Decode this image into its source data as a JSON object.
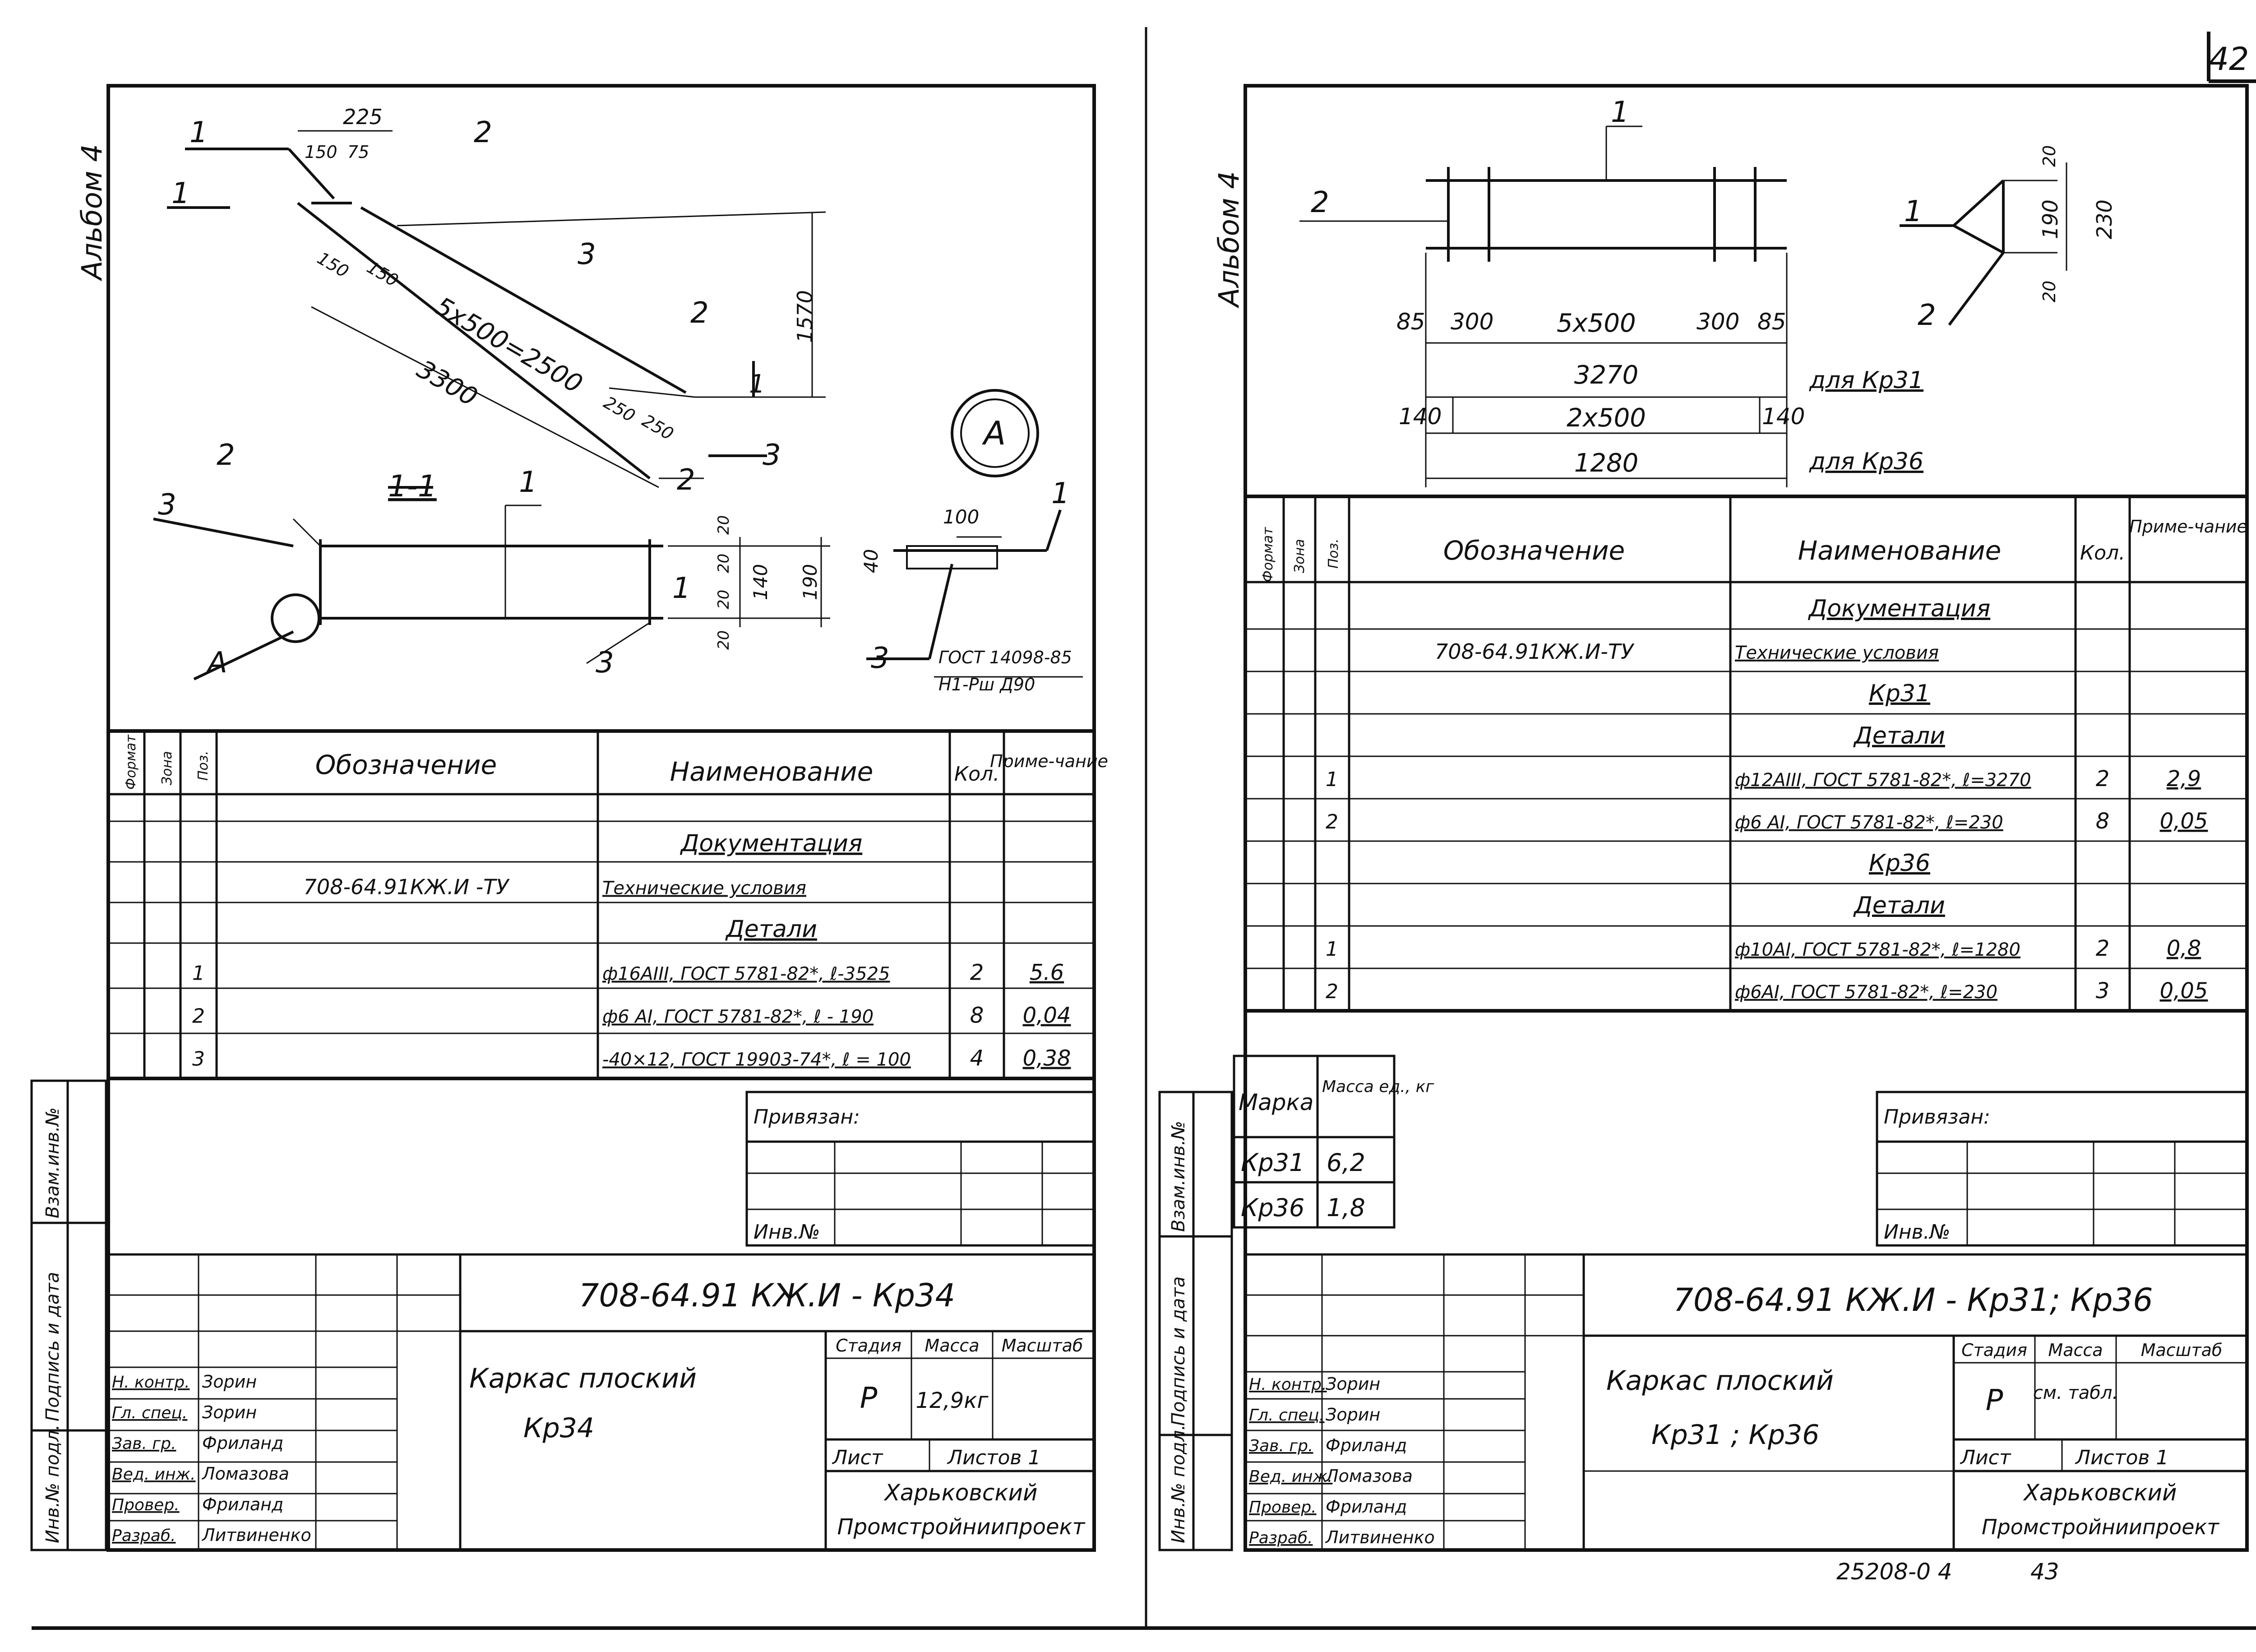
{
  "page_number": "42",
  "footer_code": "25208-0 4",
  "footer_page": "43",
  "left": {
    "album": "Альбом 4",
    "drawing": {
      "dims": [
        "225",
        "150",
        "75",
        "1570",
        "150",
        "150",
        "5x500=2500",
        "3300",
        "250",
        "250",
        "20",
        "20",
        "20",
        "20",
        "140",
        "190",
        "100",
        "40"
      ],
      "positions": [
        "1",
        "2",
        "3",
        "2",
        "3",
        "1",
        "2",
        "2",
        "3",
        "1",
        "3",
        "1"
      ],
      "section": "1-1",
      "section_mark": "1",
      "callout": "A",
      "callout_label": "A",
      "gost_note": "ГОСТ 14098-85",
      "weld_note": "Н1-Рш Д90"
    },
    "spec": {
      "headers": {
        "format": "Формат",
        "zone": "Зона",
        "pos": "Поз.",
        "designation": "Обозначение",
        "name": "Наименование",
        "qty": "Кол.",
        "note": "Приме-чание"
      },
      "rows": [
        {
          "pos": "",
          "designation": "",
          "name": "Документация",
          "qty": "",
          "note": ""
        },
        {
          "pos": "",
          "designation": "708-64.91КЖ.И -ТУ",
          "name": "Технические условия",
          "qty": "",
          "note": ""
        },
        {
          "pos": "",
          "designation": "",
          "name": "Детали",
          "qty": "",
          "note": ""
        },
        {
          "pos": "1",
          "designation": "",
          "name": "ф16АIII, ГОСТ 5781-82*, ℓ-3525",
          "qty": "2",
          "note": "5.6"
        },
        {
          "pos": "2",
          "designation": "",
          "name": "ф6 АI, ГОСТ 5781-82*, ℓ - 190",
          "qty": "8",
          "note": "0,04"
        },
        {
          "pos": "3",
          "designation": "",
          "name": "-40×12, ГОСТ 19903-74*, ℓ = 100",
          "qty": "4",
          "note": "0,38"
        }
      ]
    },
    "side_stamp": {
      "inv_podl": "Инв.№ подл.",
      "podpis": "Подпись и дата",
      "vzam": "Взам.инв.№"
    },
    "privyazan": "Привязан:",
    "inv_no": "Инв.№",
    "title_block": {
      "code": "708-64.91 КЖ.И - Кр34",
      "title_line1": "Каркас плоский",
      "title_line2": "Кр34",
      "stage_label": "Стадия",
      "mass_label": "Масса",
      "scale_label": "Масштаб",
      "stage": "Р",
      "mass": "12,9кг",
      "sheet_label": "Лист",
      "sheets_label": "Листов 1",
      "org1": "Харьковский",
      "org2": "Промстройниипроект",
      "roles": [
        {
          "role": "Н. контр.",
          "name": "Зорин"
        },
        {
          "role": "Гл. спец.",
          "name": "Зорин"
        },
        {
          "role": "Зав. гр.",
          "name": "Фриланд"
        },
        {
          "role": "Вед. инж.",
          "name": "Ломазова"
        },
        {
          "role": "Провер.",
          "name": "Фриланд"
        },
        {
          "role": "Разраб.",
          "name": "Литвиненко"
        }
      ]
    }
  },
  "right": {
    "album": "Альбом 4",
    "drawing": {
      "pos_labels": [
        "1",
        "2",
        "1",
        "2"
      ],
      "dims_top": [
        "85",
        "300",
        "5x500",
        "300",
        "85"
      ],
      "dim_3270": "3270",
      "for_kr31": "для Кр31",
      "dims_mid": [
        "140",
        "2x500",
        "140"
      ],
      "dim_1280": "1280",
      "for_kr36": "для Кр36",
      "dims_side": [
        "20",
        "190",
        "230",
        "20"
      ]
    },
    "spec": {
      "headers": {
        "format": "Формат",
        "zone": "Зона",
        "pos": "Поз.",
        "designation": "Обозначение",
        "name": "Наименование",
        "qty": "Кол.",
        "note": "Приме-чание"
      },
      "rows": [
        {
          "pos": "",
          "designation": "",
          "name": "Документация",
          "qty": "",
          "note": ""
        },
        {
          "pos": "",
          "designation": "708-64.91КЖ.И-ТУ",
          "name": "Технические условия",
          "qty": "",
          "note": ""
        },
        {
          "pos": "",
          "designation": "",
          "name": "Кр31",
          "qty": "",
          "note": ""
        },
        {
          "pos": "",
          "designation": "",
          "name": "Детали",
          "qty": "",
          "note": ""
        },
        {
          "pos": "1",
          "designation": "",
          "name": "ф12АIII, ГОСТ 5781-82*, ℓ=3270",
          "qty": "2",
          "note": "2,9"
        },
        {
          "pos": "2",
          "designation": "",
          "name": "ф6 АI, ГОСТ 5781-82*, ℓ=230",
          "qty": "8",
          "note": "0,05"
        },
        {
          "pos": "",
          "designation": "",
          "name": "Кр36",
          "qty": "",
          "note": ""
        },
        {
          "pos": "",
          "designation": "",
          "name": "Детали",
          "qty": "",
          "note": ""
        },
        {
          "pos": "1",
          "designation": "",
          "name": "ф10АI, ГОСТ 5781-82*, ℓ=1280",
          "qty": "2",
          "note": "0,8"
        },
        {
          "pos": "2",
          "designation": "",
          "name": "ф6АI, ГОСТ 5781-82*, ℓ=230",
          "qty": "3",
          "note": "0,05"
        }
      ]
    },
    "mass_table": {
      "h_mark": "Марка",
      "h_mass": "Масса ед., кг",
      "rows": [
        {
          "mark": "Кр31",
          "mass": "6,2"
        },
        {
          "mark": "Кр36",
          "mass": "1,8"
        }
      ]
    },
    "side_stamp": {
      "inv_podl": "Инв.№ подл.",
      "podpis": "Подпись и дата",
      "vzam": "Взам.инв.№"
    },
    "privyazan": "Привязан:",
    "inv_no": "Инв.№",
    "title_block": {
      "code": "708-64.91 КЖ.И - Кр31; Кр36",
      "title_line1": "Каркас плоский",
      "title_line2": "Кр31 ; Кр36",
      "stage_label": "Стадия",
      "mass_label": "Масса",
      "scale_label": "Масштаб",
      "stage": "Р",
      "mass": "см. табл.",
      "sheet_label": "Лист",
      "sheets_label": "Листов 1",
      "org1": "Харьковский",
      "org2": "Промстройниипроект",
      "roles": [
        {
          "role": "Н. контр.",
          "name": "Зорин"
        },
        {
          "role": "Гл. спец.",
          "name": "Зорин"
        },
        {
          "role": "Зав. гр.",
          "name": "Фриланд"
        },
        {
          "role": "Вед. инж.",
          "name": "Ломазова"
        },
        {
          "role": "Провер.",
          "name": "Фриланд"
        },
        {
          "role": "Разраб.",
          "name": "Литвиненко"
        }
      ]
    }
  }
}
